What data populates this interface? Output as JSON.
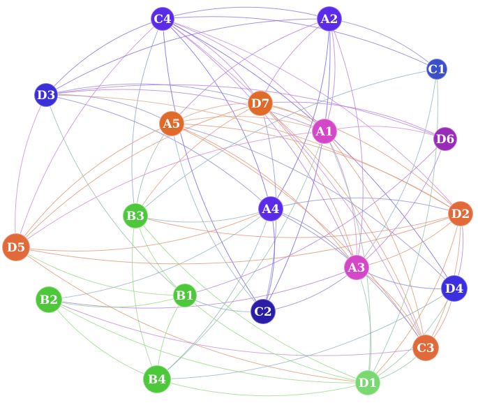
{
  "nodes": [
    {
      "id": "C4",
      "label": "C4",
      "color": "#5a2be8"
    },
    {
      "id": "A2",
      "label": "A2",
      "color": "#5a2be8"
    },
    {
      "id": "C1",
      "label": "C1",
      "color": "#3a50c8"
    },
    {
      "id": "D3",
      "label": "D3",
      "color": "#3b2fd8"
    },
    {
      "id": "D7",
      "label": "D7",
      "color": "#e06a2a"
    },
    {
      "id": "A5",
      "label": "A5",
      "color": "#e06a2a"
    },
    {
      "id": "A1",
      "label": "A1",
      "color": "#d447c8"
    },
    {
      "id": "D6",
      "label": "D6",
      "color": "#9a2ab8"
    },
    {
      "id": "B3",
      "label": "B3",
      "color": "#4dc83a"
    },
    {
      "id": "A4",
      "label": "A4",
      "color": "#5a2be8"
    },
    {
      "id": "D2",
      "label": "D2",
      "color": "#e06a3a"
    },
    {
      "id": "D5",
      "label": "D5",
      "color": "#e06a3a"
    },
    {
      "id": "A3",
      "label": "A3",
      "color": "#d447c8"
    },
    {
      "id": "B2",
      "label": "B2",
      "color": "#4dc83a"
    },
    {
      "id": "B1",
      "label": "B1",
      "color": "#4dc83a"
    },
    {
      "id": "C2",
      "label": "C2",
      "color": "#2a1ea8"
    },
    {
      "id": "D4",
      "label": "D4",
      "color": "#3b2fe0"
    },
    {
      "id": "C3",
      "label": "C3",
      "color": "#e06a3a"
    },
    {
      "id": "B4",
      "label": "B4",
      "color": "#4dc83a"
    },
    {
      "id": "D1",
      "label": "D1",
      "color": "#7ad870"
    }
  ],
  "edges": [
    [
      "C4",
      "A2",
      "#8a6be0"
    ],
    [
      "C4",
      "C1",
      "#8a6be0"
    ],
    [
      "C4",
      "D3",
      "#8a6be0"
    ],
    [
      "C4",
      "D7",
      "#b07ae0"
    ],
    [
      "C4",
      "A1",
      "#b07ae0"
    ],
    [
      "C4",
      "A4",
      "#6a5ae8"
    ],
    [
      "C4",
      "C2",
      "#6a5ae8"
    ],
    [
      "C4",
      "A3",
      "#b07ae0"
    ],
    [
      "C4",
      "D4",
      "#6a5ae8"
    ],
    [
      "C4",
      "D5",
      "#c08ad8"
    ],
    [
      "C4",
      "C3",
      "#c08ad8"
    ],
    [
      "C4",
      "D2",
      "#c08ad8"
    ],
    [
      "C4",
      "B3",
      "#8aa0c0"
    ],
    [
      "A2",
      "D7",
      "#b07ae0"
    ],
    [
      "A2",
      "A1",
      "#b07ae0"
    ],
    [
      "A2",
      "A5",
      "#b07ae0"
    ],
    [
      "A2",
      "D3",
      "#8a6be0"
    ],
    [
      "A2",
      "A3",
      "#b07ae0"
    ],
    [
      "A2",
      "A4",
      "#6a5ae8"
    ],
    [
      "A2",
      "C2",
      "#6a5ae8"
    ],
    [
      "A2",
      "C1",
      "#8a8ad8"
    ],
    [
      "D3",
      "A1",
      "#b07ae0"
    ],
    [
      "D3",
      "D7",
      "#8a8ad8"
    ],
    [
      "D3",
      "A4",
      "#8a8ad8"
    ],
    [
      "D3",
      "D5",
      "#c08ad8"
    ],
    [
      "D3",
      "D6",
      "#b07ae0"
    ],
    [
      "D3",
      "A5",
      "#8a8ad8"
    ],
    [
      "D3",
      "B1",
      "#90b8a0"
    ],
    [
      "D3",
      "D2",
      "#e0a080"
    ],
    [
      "D7",
      "A5",
      "#e0a080"
    ],
    [
      "D7",
      "A1",
      "#e0a080"
    ],
    [
      "D7",
      "D2",
      "#e09070"
    ],
    [
      "D7",
      "A3",
      "#e09070"
    ],
    [
      "D7",
      "C3",
      "#e09070"
    ],
    [
      "D7",
      "D5",
      "#e09070"
    ],
    [
      "D7",
      "B3",
      "#e0a080"
    ],
    [
      "D7",
      "C2",
      "#8a8ad8"
    ],
    [
      "D7",
      "D6",
      "#b07ae0"
    ],
    [
      "A5",
      "A1",
      "#e0a080"
    ],
    [
      "A5",
      "D2",
      "#e09070"
    ],
    [
      "A5",
      "A3",
      "#e09070"
    ],
    [
      "A5",
      "C3",
      "#e09070"
    ],
    [
      "A5",
      "D5",
      "#e09070"
    ],
    [
      "A5",
      "B3",
      "#90b8a0"
    ],
    [
      "A5",
      "D4",
      "#8a8ad8"
    ],
    [
      "A5",
      "C2",
      "#90b0c0"
    ],
    [
      "A1",
      "D6",
      "#d08ad8"
    ],
    [
      "A1",
      "A3",
      "#d08ad8"
    ],
    [
      "A1",
      "C3",
      "#e09070"
    ],
    [
      "A1",
      "D1",
      "#90c0a0"
    ],
    [
      "A1",
      "B4",
      "#90c0a0"
    ],
    [
      "A1",
      "D5",
      "#d08ad8"
    ],
    [
      "C1",
      "A3",
      "#90b0c0"
    ],
    [
      "C1",
      "D1",
      "#90c0a0"
    ],
    [
      "C1",
      "B3",
      "#90b0c0"
    ],
    [
      "D6",
      "A3",
      "#b07ae0"
    ],
    [
      "D6",
      "B1",
      "#b07ae0"
    ],
    [
      "B3",
      "B1",
      "#90d880"
    ],
    [
      "B3",
      "B4",
      "#90d880"
    ],
    [
      "B3",
      "D2",
      "#e09070"
    ],
    [
      "B3",
      "A4",
      "#90b0c0"
    ],
    [
      "B3",
      "D1",
      "#90d880"
    ],
    [
      "A4",
      "D2",
      "#8a8ad8"
    ],
    [
      "A4",
      "C2",
      "#6a5ae8"
    ],
    [
      "A4",
      "A3",
      "#8a8ad8"
    ],
    [
      "A4",
      "D5",
      "#e09070"
    ],
    [
      "A4",
      "B2",
      "#90b0c0"
    ],
    [
      "A4",
      "B4",
      "#90b0c0"
    ],
    [
      "A4",
      "C3",
      "#8a8ad8"
    ],
    [
      "D2",
      "A3",
      "#e09070"
    ],
    [
      "D2",
      "C3",
      "#e09070"
    ],
    [
      "D2",
      "D4",
      "#b07ae0"
    ],
    [
      "D2",
      "D5",
      "#e09070"
    ],
    [
      "D2",
      "D1",
      "#e09070"
    ],
    [
      "A3",
      "C3",
      "#e09070"
    ],
    [
      "A3",
      "D4",
      "#8a8ad8"
    ],
    [
      "A3",
      "C2",
      "#8a8ad8"
    ],
    [
      "A3",
      "D1",
      "#90c0a0"
    ],
    [
      "A3",
      "B2",
      "#b07ae0"
    ],
    [
      "D5",
      "B1",
      "#90d880"
    ],
    [
      "D5",
      "D1",
      "#e09070"
    ],
    [
      "B2",
      "B1",
      "#90d880"
    ],
    [
      "B2",
      "B4",
      "#90d880"
    ],
    [
      "B2",
      "D1",
      "#90d880"
    ],
    [
      "B2",
      "C3",
      "#c08ad8"
    ],
    [
      "B1",
      "B4",
      "#90d880"
    ],
    [
      "B1",
      "D1",
      "#90d880"
    ],
    [
      "B1",
      "C2",
      "#90b0c0"
    ],
    [
      "B4",
      "D1",
      "#90d880"
    ],
    [
      "B4",
      "D4",
      "#90b0c0"
    ],
    [
      "D4",
      "C3",
      "#e09070"
    ],
    [
      "D4",
      "D1",
      "#90c0a0"
    ],
    [
      "C3",
      "D1",
      "#90c0a0"
    ]
  ]
}
